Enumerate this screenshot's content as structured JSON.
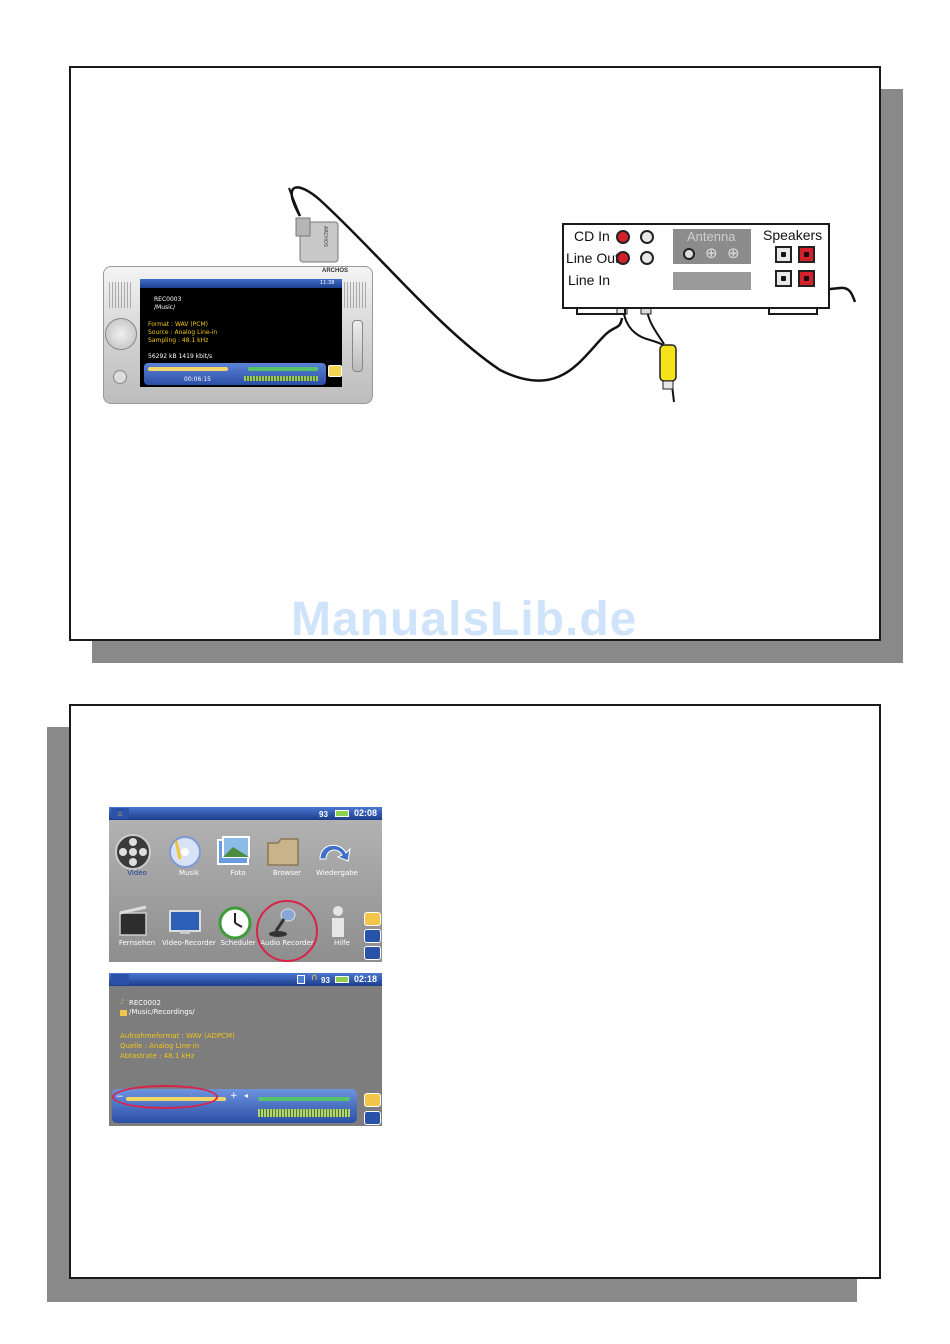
{
  "device": {
    "brand": "ARCHOS",
    "screen_time": "11:38",
    "file_name": "REC0003",
    "folder": "/Music/",
    "format": "Format : WAV (PCM)",
    "source": "Source : Analog Line-in",
    "sampling": "Sampling : 48.1 kHz",
    "size_rate": "56292 kB 1419 kbit/s",
    "elapsed": "00:06:15"
  },
  "adapter_label": "ARCHOS",
  "stereo": {
    "cd_in": "CD In",
    "line_out": "Line Out",
    "line_in": "Line In",
    "antenna": "Antenna",
    "speakers": "Speakers"
  },
  "watermark": "ManualsLib.de",
  "menu_screen": {
    "volume": "93",
    "time": "02:08",
    "icons": [
      {
        "label": "Video",
        "name": "video-icon"
      },
      {
        "label": "Musik",
        "name": "music-icon"
      },
      {
        "label": "Foto",
        "name": "photo-icon"
      },
      {
        "label": "Browser",
        "name": "browser-icon"
      },
      {
        "label": "Wiedergabe",
        "name": "resume-icon"
      },
      {
        "label": "Fernsehen",
        "name": "tv-icon"
      },
      {
        "label": "Video-Recorder",
        "name": "video-recorder-icon"
      },
      {
        "label": "Scheduler",
        "name": "scheduler-icon"
      },
      {
        "label": "Audio Recorder",
        "name": "microphone-icon"
      },
      {
        "label": "Hilfe",
        "name": "info-icon"
      }
    ]
  },
  "rec_screen": {
    "volume": "93",
    "time": "02:18",
    "file_name": "REC0002",
    "folder": "/Music/Recordings/",
    "format": "Aufnahmeformat : WAV (ADPCM)",
    "source": "Quelle : Analog Line-in",
    "sampling": "Abtastrate : 48.1 kHz"
  },
  "colors": {
    "frame_border": "#1a1a1a",
    "shadow": "#898989",
    "cable_red": "#d4202a",
    "cable_yellow": "#f4e21a",
    "highlight_circle": "#d8234a",
    "screen_blue": "#2b4fa6",
    "watermark": "#cfe3fb"
  }
}
